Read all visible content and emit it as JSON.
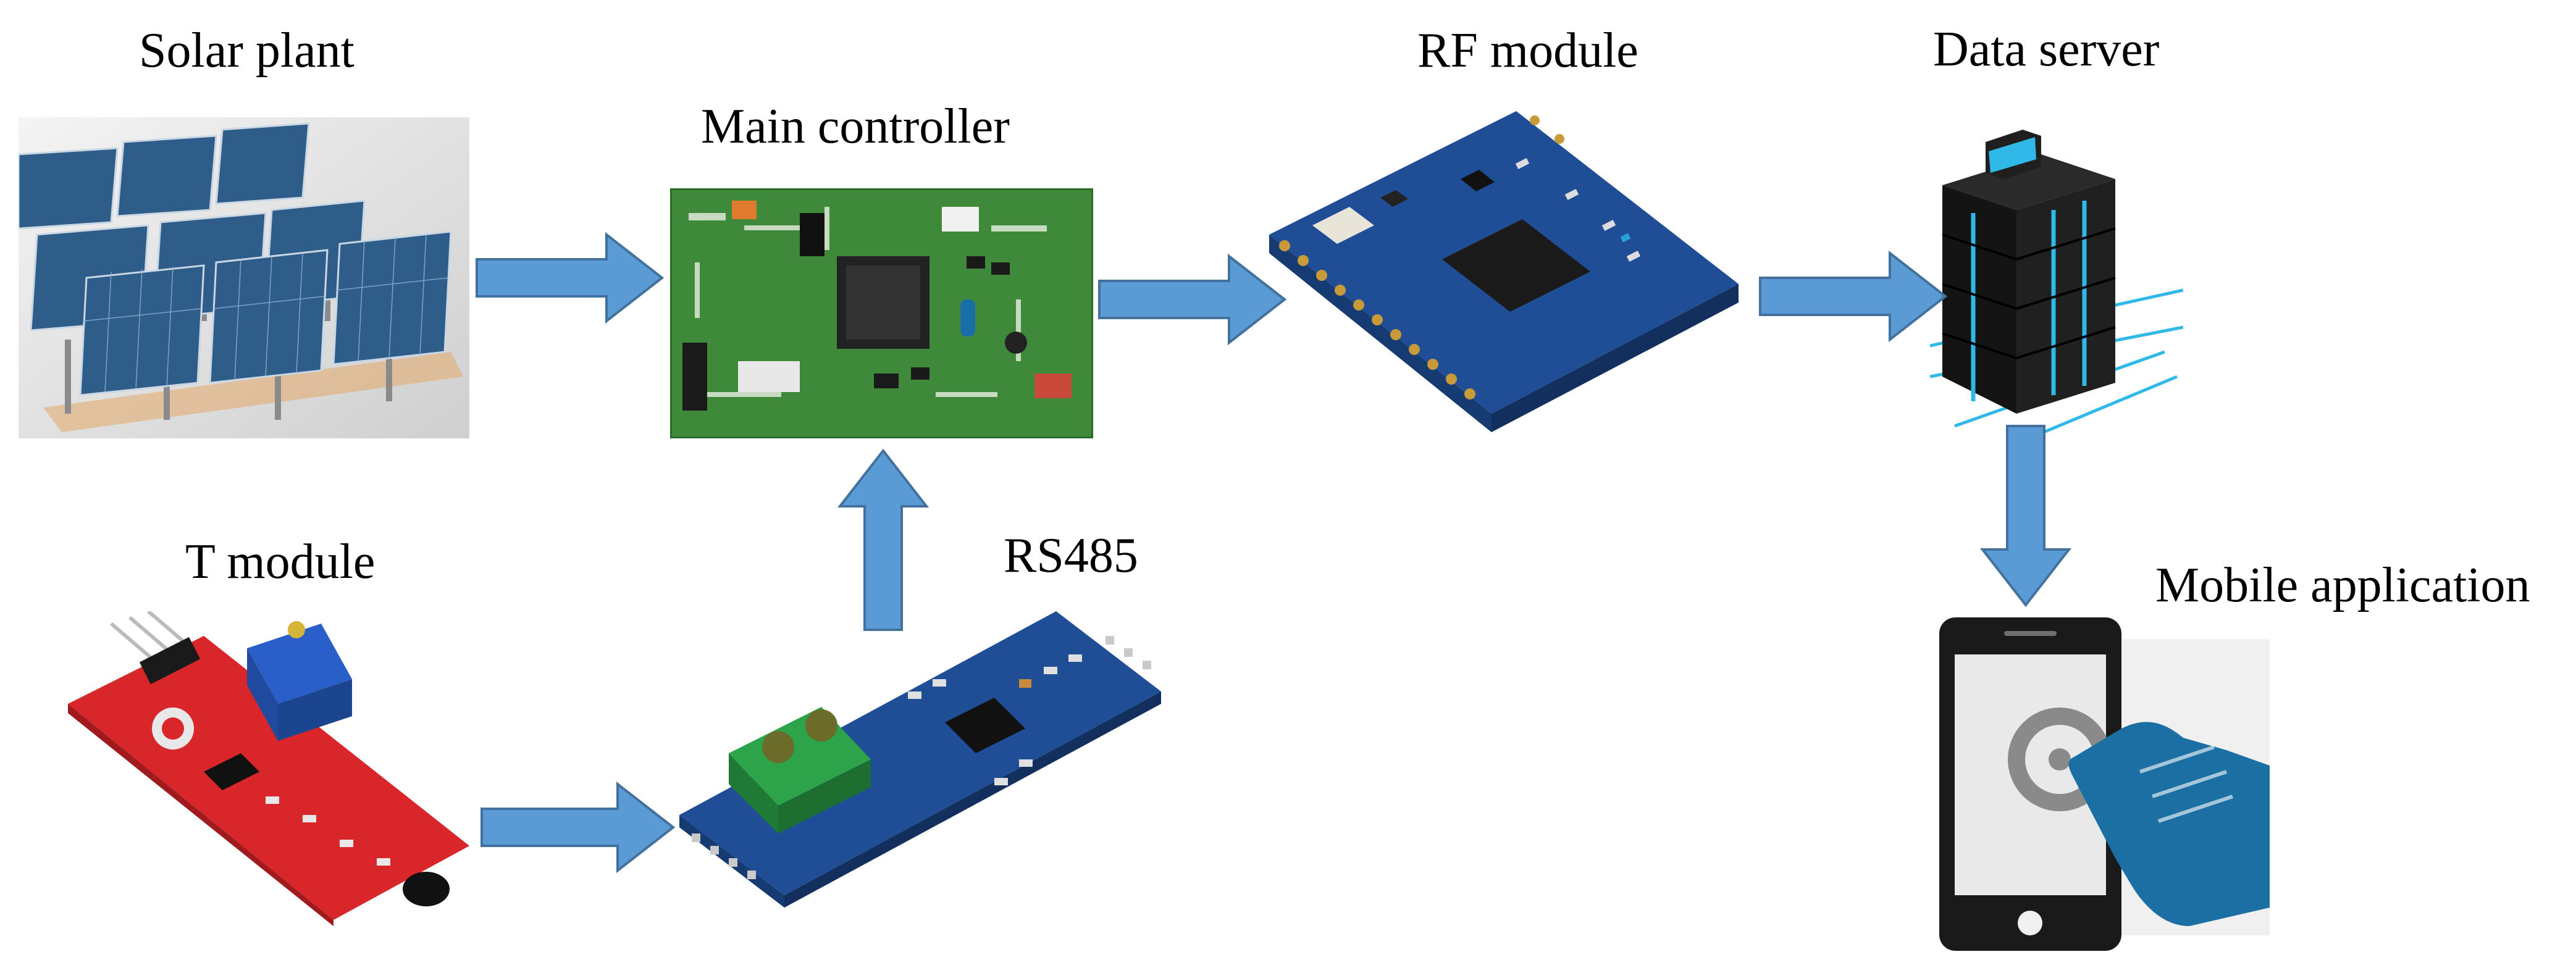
{
  "labels": {
    "solar_plant": "Solar plant",
    "main_controller": "Main controller",
    "rf_module": "RF module",
    "data_server": "Data server",
    "t_module": "T module",
    "rs485": "RS485",
    "mobile_application": "Mobile application"
  },
  "colors": {
    "arrow": "#5b9bd5",
    "arrow_edge": "#41719c",
    "pcb_green": "#3f8a3a",
    "pcb_blue": "#1f4e96",
    "pcb_red": "#d8262b",
    "solar_panel": "#2f5d8a",
    "server_dark": "#1c1c1c",
    "server_accent": "#2fb8e8",
    "hand": "#1b6fa3"
  },
  "component_labels": {
    "rf_chip": "",
    "rs485_chip": ""
  }
}
